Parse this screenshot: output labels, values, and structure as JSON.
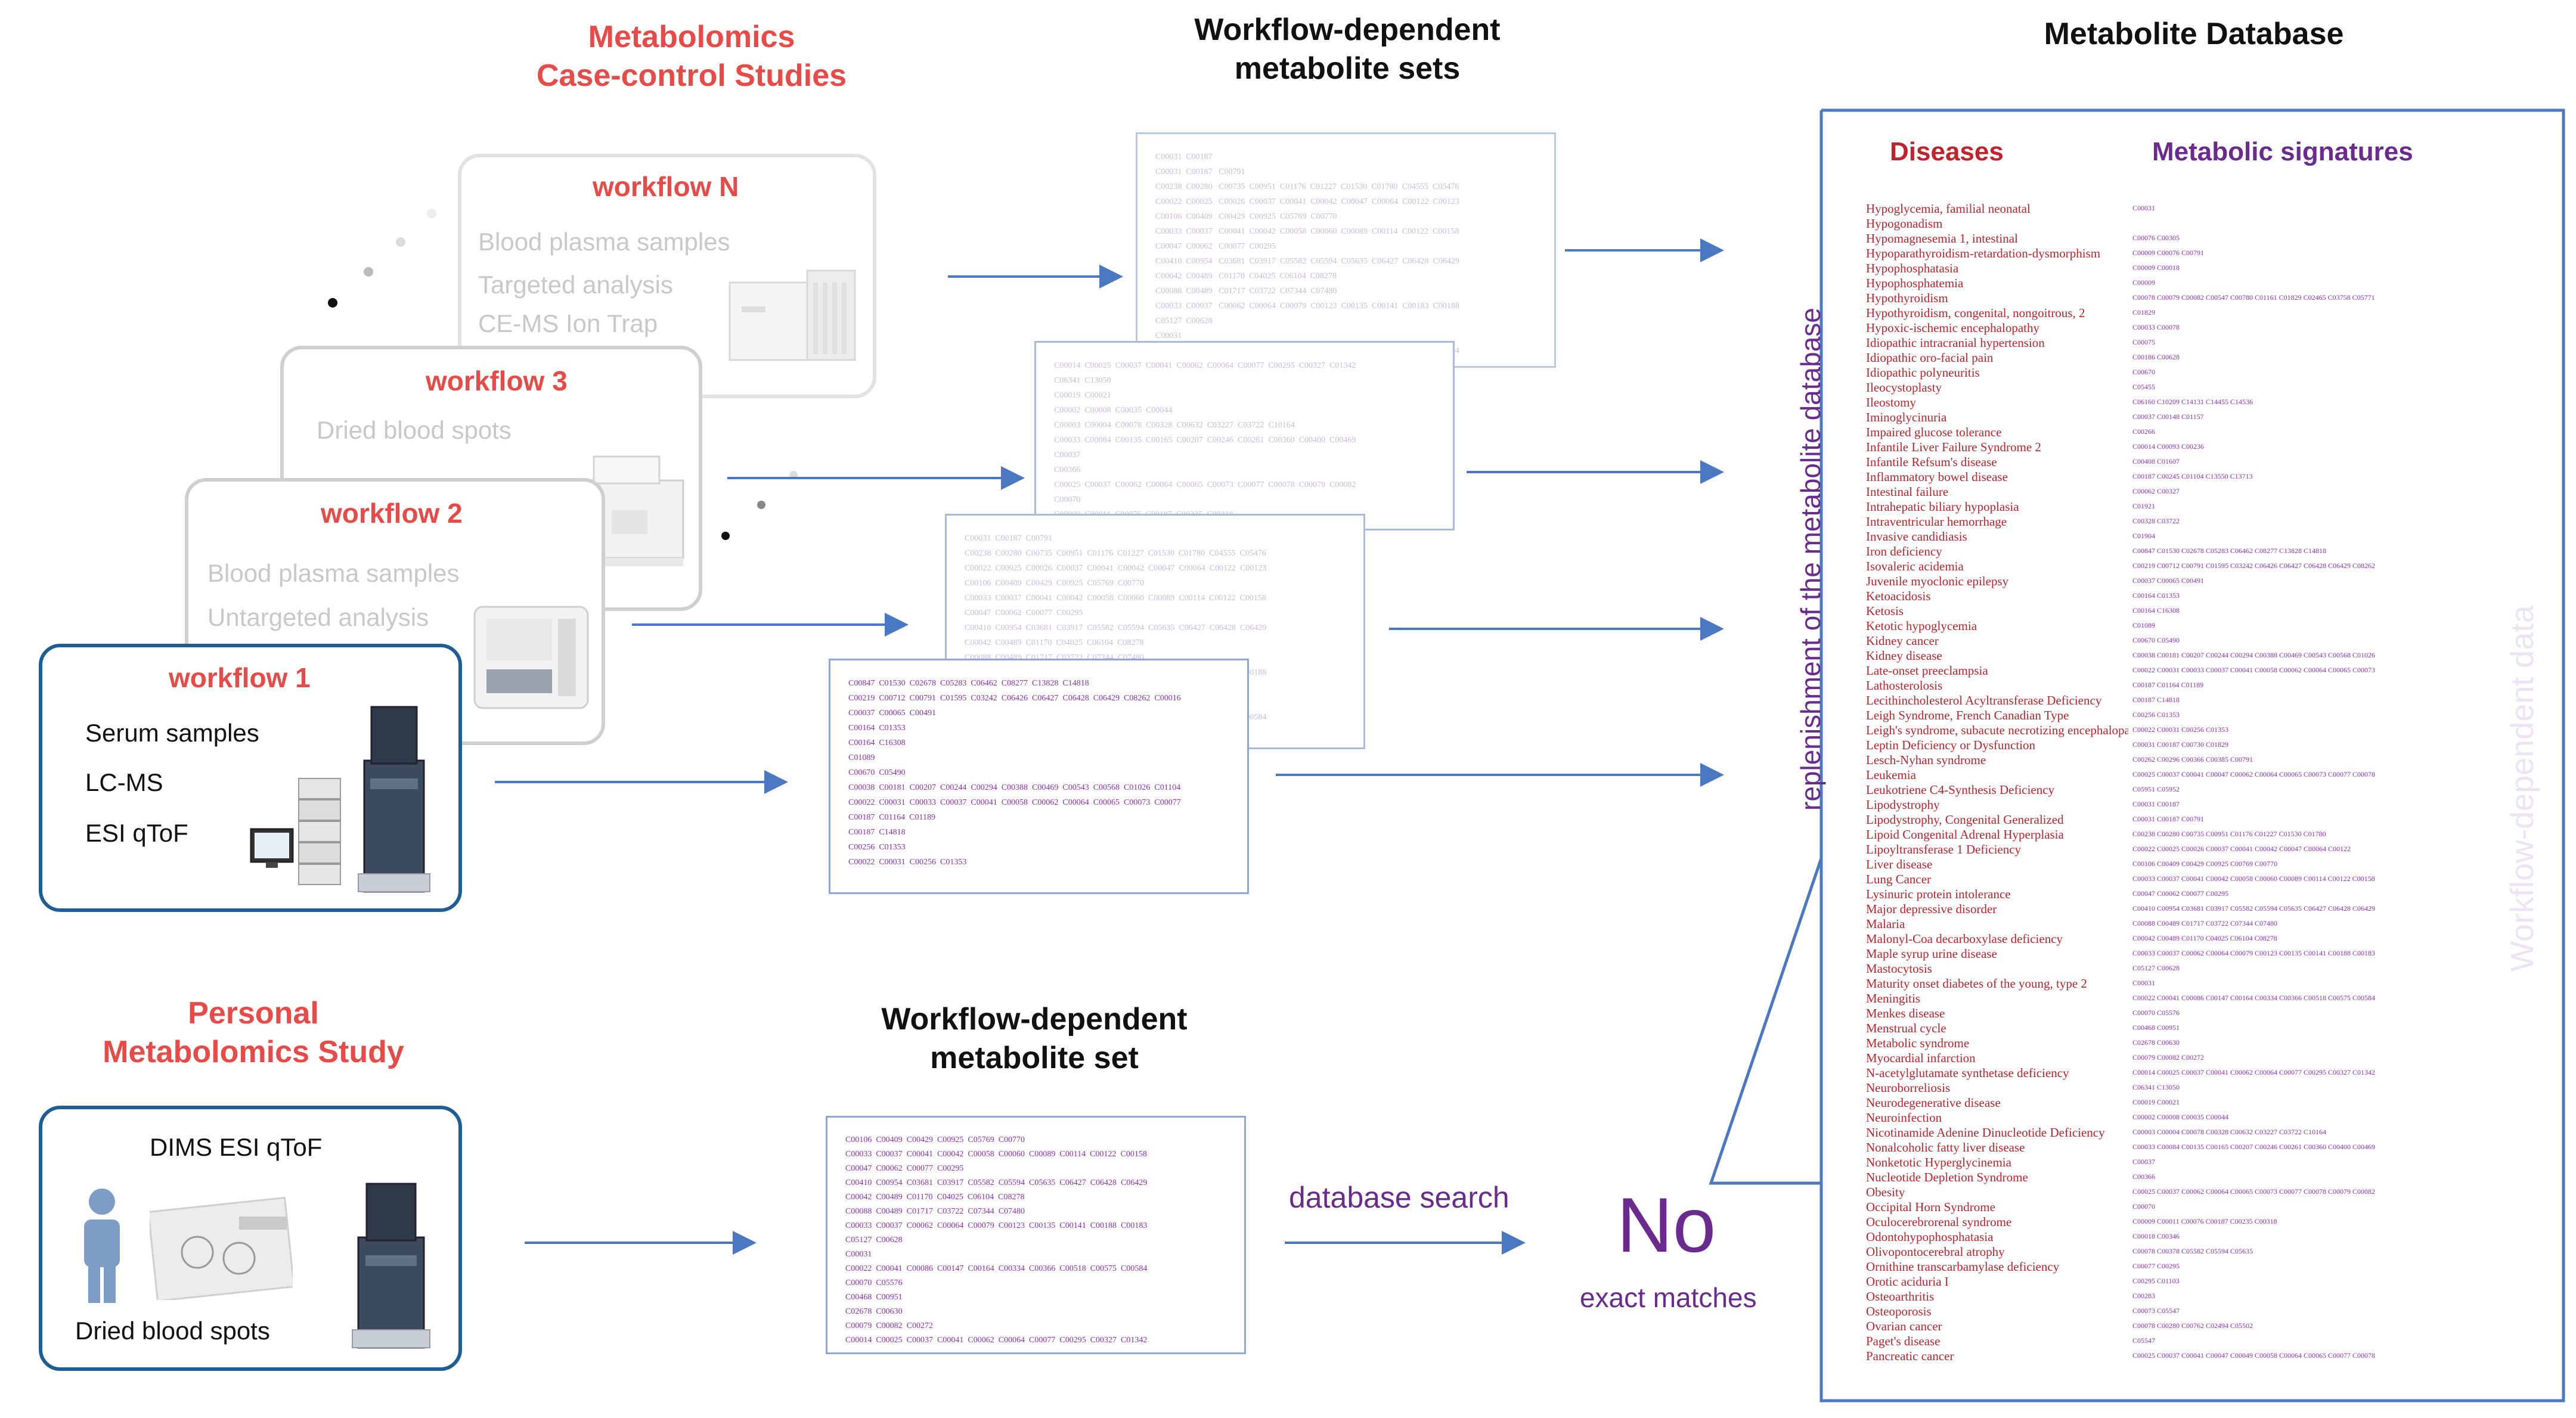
{
  "headings": {
    "case_control_line1": "Metabolomics",
    "case_control_line2": "Case-control Studies",
    "sets_line1": "Workflow-dependent",
    "sets_line2": "metabolite sets",
    "database": "Metabolite Database",
    "personal_line1": "Personal",
    "personal_line2": "Metabolomics Study",
    "set_line1": "Workflow-dependent",
    "set_line2": "metabolite set"
  },
  "workflows": [
    {
      "title": "workflow N",
      "lines": [
        "Blood plasma samples",
        "Targeted analysis",
        "CE-MS   Ion Trap"
      ]
    },
    {
      "title": "workflow 3",
      "lines": [
        "Dried blood spots"
      ]
    },
    {
      "title": "workflow 2",
      "lines": [
        "Blood plasma samples",
        "Untargeted analysis"
      ]
    },
    {
      "title": "workflow 1",
      "lines": [
        "Serum samples",
        "LC-MS",
        "ESI   qToF"
      ]
    }
  ],
  "personal": {
    "line1": "DIMS ESI qToF",
    "line2": "Dried blood spots"
  },
  "search": {
    "label": "database search",
    "result_big": "No",
    "result_small": "exact matches"
  },
  "vertical_labels": {
    "replenishment": "replenishment of the metabolite database",
    "watermark": "Workflow-dependent data"
  },
  "database": {
    "col_diseases": "Diseases",
    "col_signatures": "Metabolic signatures",
    "accent": "#c0232b",
    "signature_color": "#8a2fb5",
    "rows": [
      [
        "Hypoglycemia, familial neonatal",
        "C00031"
      ],
      [
        "Hypogonadism",
        ""
      ],
      [
        "Hypomagnesemia 1, intestinal",
        "C00076 C00305"
      ],
      [
        "Hypoparathyroidism-retardation-dysmorphism",
        "C00009 C00076 C00791"
      ],
      [
        "Hypophosphatasia",
        "C00009 C00018"
      ],
      [
        "Hypophosphatemia",
        "C00009"
      ],
      [
        "Hypothyroidism",
        "C00078 C00079 C00082 C00547 C00780 C01161 C01829 C02465 C03758 C05771"
      ],
      [
        "Hypothyroidism, congenital, nongoitrous, 2",
        "C01829"
      ],
      [
        "Hypoxic-ischemic encephalopathy",
        "C00033 C00078"
      ],
      [
        "Idiopathic intracranial hypertension",
        "C00075"
      ],
      [
        "Idiopathic oro-facial pain",
        "C00186 C00628"
      ],
      [
        "Idiopathic polyneuritis",
        "C00670"
      ],
      [
        "Ileocystoplasty",
        "C05455"
      ],
      [
        "Ileostomy",
        "C06160 C10209 C14131 C14455 C14536"
      ],
      [
        "Iminoglycinuria",
        "C00037 C00148 C01157"
      ],
      [
        "Impaired glucose tolerance",
        "C00266"
      ],
      [
        "Infantile Liver Failure Syndrome 2",
        "C00014 C00093 C00236"
      ],
      [
        "Infantile Refsum's disease",
        "C00408 C01607"
      ],
      [
        "Inflammatory bowel disease",
        "C00187 C00245 C01104 C13550 C13713"
      ],
      [
        "Intestinal failure",
        "C00062 C00327"
      ],
      [
        "Intrahepatic biliary hypoplasia",
        "C01921"
      ],
      [
        "Intraventricular hemorrhage",
        "C00328 C03722"
      ],
      [
        "Invasive candidiasis",
        "C01904"
      ],
      [
        "Iron deficiency",
        "C00847 C01530 C02678 C05283 C06462 C08277 C13828 C14818"
      ],
      [
        "Isovaleric acidemia",
        "C00219 C00712 C00791 C01595 C03242 C06426 C06427 C06428 C06429 C08262"
      ],
      [
        "Juvenile myoclonic epilepsy",
        "C00037 C00065 C00491"
      ],
      [
        "Ketoacidosis",
        "C00164 C01353"
      ],
      [
        "Ketosis",
        "C00164 C16308"
      ],
      [
        "Ketotic hypoglycemia",
        "C01089"
      ],
      [
        "Kidney cancer",
        "C00670 C05490"
      ],
      [
        "Kidney disease",
        "C00038 C00181 C00207 C00244 C00294 C00388 C00469 C00543 C00568 C01026"
      ],
      [
        "Late-onset preeclampsia",
        "C00022 C00031 C00033 C00037 C00041 C00058 C00062 C00064 C00065 C00073"
      ],
      [
        "Lathosterolosis",
        "C00187 C01164 C01189"
      ],
      [
        "Lecithincholesterol Acyltransferase Deficiency",
        "C00187 C14818"
      ],
      [
        "Leigh Syndrome, French Canadian Type",
        "C00256 C01353"
      ],
      [
        "Leigh's syndrome, subacute necrotizing encephalopathy",
        "C00022 C00031 C00256 C01353"
      ],
      [
        "Leptin Deficiency or Dysfunction",
        "C00031 C00187 C00730 C01829"
      ],
      [
        "Lesch-Nyhan syndrome",
        "C00262 C00296 C00366 C00385 C00791"
      ],
      [
        "Leukemia",
        "C00025 C00037 C00041 C00047 C00062 C00064 C00065 C00073 C00077 C00078"
      ],
      [
        "Leukotriene C4-Synthesis Deficiency",
        "C05951 C05952"
      ],
      [
        "Lipodystrophy",
        "C00031 C00187"
      ],
      [
        "Lipodystrophy, Congenital Generalized",
        "C00031 C00187 C00791"
      ],
      [
        "Lipoid Congenital Adrenal Hyperplasia",
        "C00238 C00280 C00735 C00951 C01176 C01227 C01530 C01780"
      ],
      [
        "Lipoyltransferase 1 Deficiency",
        "C00022 C00025 C00026 C00037 C00041 C00042 C00047 C00064 C00122"
      ],
      [
        "Liver disease",
        "C00106 C00409 C00429 C00925 C00769 C00770"
      ],
      [
        "Lung Cancer",
        "C00033 C00037 C00041 C00042 C00058 C00060 C00089 C00114 C00122 C00158"
      ],
      [
        "Lysinuric protein intolerance",
        "C00047 C00062 C00077 C00295"
      ],
      [
        "Major depressive disorder",
        "C00410 C00954 C03681 C03917 C05582 C05594 C05635 C06427 C06428 C06429"
      ],
      [
        "Malaria",
        "C00088 C00489 C01717 C03722 C07344 C07480"
      ],
      [
        "Malonyl-Coa decarboxylase deficiency",
        "C00042 C00489 C01170 C04025 C06104 C08278"
      ],
      [
        "Maple syrup urine disease",
        "C00033 C00037 C00062 C00064 C00079 C00123 C00135 C00141 C00188 C00183"
      ],
      [
        "Mastocytosis",
        "C05127 C00628"
      ],
      [
        "Maturity onset diabetes of the young, type 2",
        "C00031"
      ],
      [
        "Meningitis",
        "C00022 C00041 C00086 C00147 C00164 C00334 C00366 C00518 C00575 C00584"
      ],
      [
        "Menkes disease",
        "C00070 C05576"
      ],
      [
        "Menstrual cycle",
        "C00468 C00951"
      ],
      [
        "Metabolic syndrome",
        "C02678 C00630"
      ],
      [
        "Myocardial infarction",
        "C00079 C00082 C00272"
      ],
      [
        "N-acetylglutamate synthetase deficiency",
        "C00014 C00025 C00037 C00041 C00062 C00064 C00077 C00295 C00327 C01342"
      ],
      [
        "Neuroborreliosis",
        "C06341 C13050"
      ],
      [
        "Neurodegenerative disease",
        "C00019 C00021"
      ],
      [
        "Neuroinfection",
        "C00002 C00008 C00035 C00044"
      ],
      [
        "Nicotinamide Adenine Dinucleotide Deficiency",
        "C00003 C00004 C00078 C00328 C00632 C03227 C03722 C10164"
      ],
      [
        "Nonalcoholic fatty liver disease",
        "C00033 C00084 C00135 C00165 C00207 C00246 C00261 C00360 C00400 C00469"
      ],
      [
        "Nonketotic Hyperglycinemia",
        "C00037"
      ],
      [
        "Nucleotide Depletion Syndrome",
        "C00366"
      ],
      [
        "Obesity",
        "C00025 C00037 C00062 C00064 C00065 C00073 C00077 C00078 C00079 C00082"
      ],
      [
        "Occipital Horn Syndrome",
        "C00070"
      ],
      [
        "Oculocerebrorenal syndrome",
        "C00009 C00011 C00076 C00187 C00235 C00318"
      ],
      [
        "Odontohypophosphatasia",
        "C00018 C00346"
      ],
      [
        "Olivopontocerebral atrophy",
        "C00078 C00378 C05582 C05594 C05635"
      ],
      [
        "Ornithine transcarbamylase deficiency",
        "C00077 C00295"
      ],
      [
        "Orotic aciduria I",
        "C00295 C01103"
      ],
      [
        "Osteoarthritis",
        "C00283"
      ],
      [
        "Osteoporosis",
        "C00073 C05547"
      ],
      [
        "Ovarian cancer",
        "C00078 C00280 C00762 C02494 C05502"
      ],
      [
        "Paget's disease",
        "C05547"
      ],
      [
        "Pancreatic cancer",
        "C00025 C00037 C00041 C00047 C00049 C00058 C00064 C00065 C00077 C00078"
      ]
    ]
  },
  "sheets": {
    "workflow_n": "C00031  C00187\nC00031  C00187   C00791\nC00238  C00280   C00735  C00951  C01176  C01227  C01530  C01780  C04555  C05476\nC00022  C00025   C00026  C00037  C00041  C00042  C00047  C00064  C00122  C00123\nC00106  C00409   C00429  C00925  C05769  C00770\nC00033  C00037   C00041  C00042  C00058  C00060  C00089  C00114  C00122  C00158\nC00047  C00062   C00077  C00295\nC00410  C00954   C03681  C03917  C05582  C05594  C05635  C06427  C06428  C06429\nC00042  C00489   C01170  C04025  C06104  C08278\nC00088  C00489   C01717  C03722  C07344  C07480\nC00033  C00037   C00062  C00064  C00079  C00123  C00135  C00141  C00183  C00188\nC05127  C00628\nC00031\nC00022  C00041   C00086  C00147  C00164  C00334  C00366  C00518  C00575  C00584",
    "workflow_3": "C00014  C00025  C00037  C00041  C00062  C00064  C00077  C00295  C00327  C01342\nC06341  C13050\nC00019  C00021\nC00002  C00008  C00035  C00044\nC00003  C00004  C00078  C00328  C00632  C03227  C03722  C10164\nC00033  C00084  C00135  C00165  C00207  C00246  C00261  C00360  C00400  C00469\nC00037\nC00366\nC00025  C00037  C00062  C00064  C00065  C00073  C00077  C00078  C00079  C00082\nC00070\nC00009  C00011  C00076  C00187  C00235  C00318\nC00018  C00346\nC00078  C00378  C05582  C05594  C05635",
    "workflow_2": "C00031  C00187  C00791\nC00238  C00280  C00735  C00951  C01176  C01227  C01530  C01780  C04555  C05476\nC00022  C00025  C00026  C00037  C00041  C00042  C00047  C00064  C00122  C00123\nC00106  C00409  C00429  C00925  C05769  C00770\nC00033  C00037  C00041  C00042  C00058  C00060  C00089  C00114  C00122  C00158\nC00047  C00062  C00077  C00295\nC00410  C00954  C03681  C03917  C05582  C05594  C05635  C06427  C06428  C06429\nC00042  C00489  C01170  C04025  C06104  C08278\nC00088  C00489  C01717  C03722  C07344  C07480\nC00033  C00037  C00062  C00064  C00079  C00123  C00135  C00141  C00183  C00188\nC05127  C00628\nC00031\nC00022  C00041  C00086  C00147  C00164  C00334  C00366  C00518  C00575  C00584",
    "workflow_1": "C00847  C01530  C02678  C05283  C06462  C08277  C13828  C14818\nC00219  C00712  C00791  C01595  C03242  C06426  C06427  C06428  C06429  C08262  C00016\nC00037  C00065  C00491\nC00164  C01353\nC00164  C16308\nC01089\nC00670  C05490\nC00038  C00181  C00207  C00244  C00294  C00388  C00469  C00543  C00568  C01026  C01104\nC00022  C00031  C00033  C00037  C00041  C00058  C00062  C00064  C00065  C00073  C00077\nC00187  C01164  C01189\nC00187  C14818\nC00256  C01353\nC00022  C00031  C00256  C01353",
    "personal": "C00106  C00409  C00429  C00925  C05769  C00770\nC00033  C00037  C00041  C00042  C00058  C00060  C00089  C00114  C00122  C00158\nC00047  C00062  C00077  C00295\nC00410  C00954  C03681  C03917  C05582  C05594  C05635  C06427  C06428  C06429\nC00042  C00489  C01170  C04025  C06104  C08278\nC00088  C00489  C01717  C03722  C07344  C07480\nC00033  C00037  C00062  C00064  C00079  C00123  C00135  C00141  C00188  C00183\nC05127  C00628\nC00031\nC00022  C00041  C00086  C00147  C00164  C00334  C00366  C00518  C00575  C00584\nC00070  C05576\nC00468  C00951\nC02678  C00630\nC00079  C00082  C00272\nC00014  C00025  C00037  C00041  C00062  C00064  C00077  C00295  C00327  C01342"
  }
}
